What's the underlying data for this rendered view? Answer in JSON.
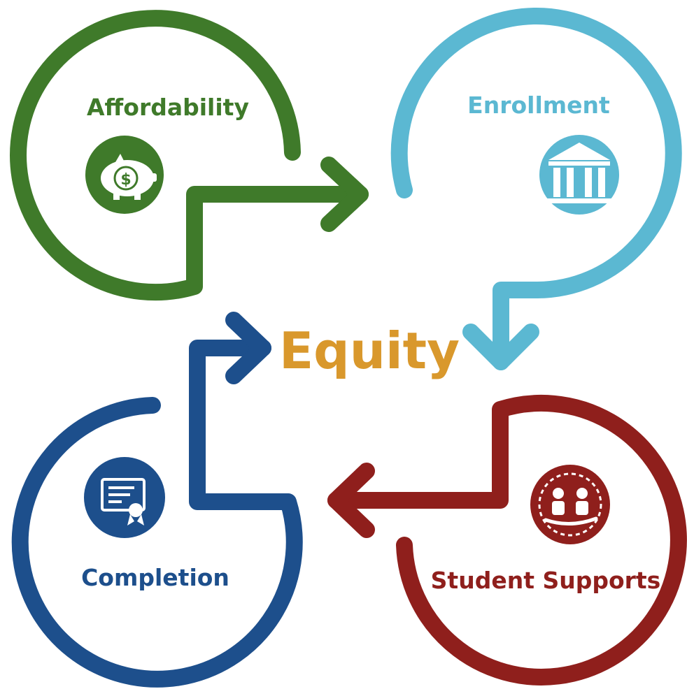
{
  "center": {
    "label": "Equity",
    "color": "#d9982c"
  },
  "stages": [
    {
      "label": "Affordability",
      "color": "#3f7a2a",
      "icon": "piggy-bank-icon"
    },
    {
      "label": "Enrollment",
      "color": "#5bb8d2",
      "icon": "institution-building-icon"
    },
    {
      "label": "Student Supports",
      "color": "#8f1f1c",
      "icon": "support-people-hand-icon"
    },
    {
      "label": "Completion",
      "color": "#1d4f8c",
      "icon": "diploma-certificate-icon"
    }
  ]
}
